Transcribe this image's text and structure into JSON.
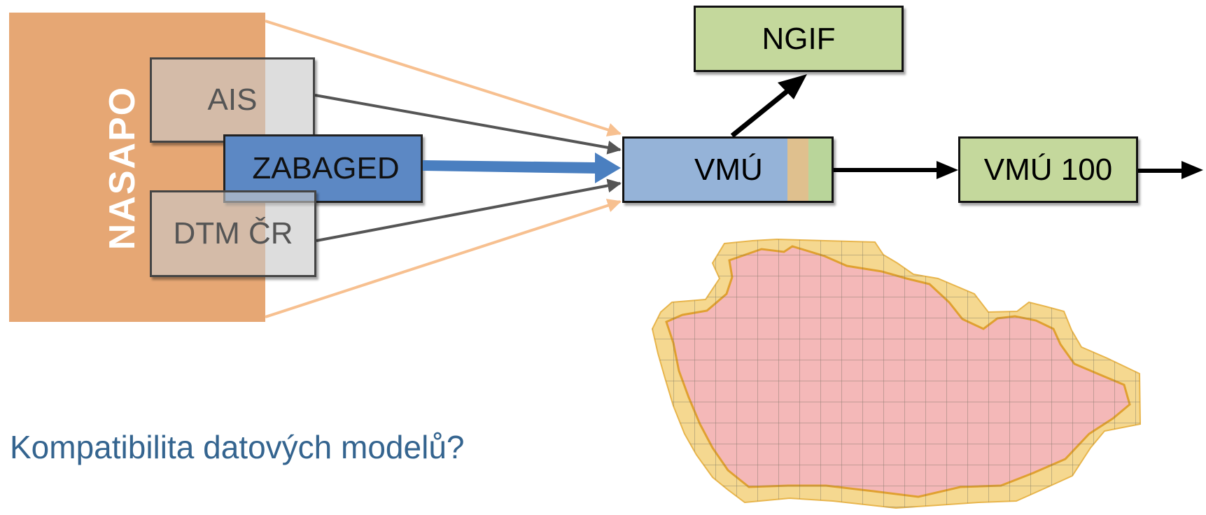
{
  "nodes": {
    "nasapo": "NASAPO",
    "ais": "AIS",
    "zabaged": "ZABAGED",
    "dtm": "DTM ČR",
    "vmu": "VMÚ",
    "ngif": "NGIF",
    "vmu100": "VMÚ 100"
  },
  "question": "Kompatibilita datových modelů?",
  "colors": {
    "nasapo": "#e6a774",
    "zabaged": "#5c88c4",
    "vmu": "#95b3d8",
    "green_box": "#c4d89c",
    "question_text": "#34648f",
    "map_fill": "#f4b8b8",
    "map_border": "#f5d27a"
  },
  "icons": {
    "map": "czech-republic-grid-map"
  }
}
